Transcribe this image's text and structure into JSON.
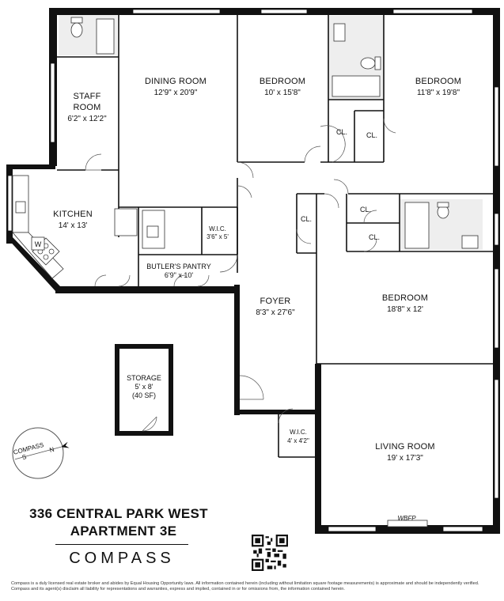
{
  "rooms": {
    "dining": {
      "name": "DINING ROOM",
      "dim": "12'9\" x 20'9\""
    },
    "bedroom1": {
      "name": "BEDROOM",
      "dim": "10' x 15'8\""
    },
    "bedroom2": {
      "name": "BEDROOM",
      "dim": "11'8\" x 19'8\""
    },
    "staff": {
      "name1": "STAFF",
      "name2": "ROOM",
      "dim": "6'2\" x 12'2\""
    },
    "kitchen": {
      "name": "KITCHEN",
      "dim": "14' x 13'"
    },
    "wic1": {
      "name": "W.I.C.",
      "dim": "3'6\" x 5'"
    },
    "pantry": {
      "name": "BUTLER'S PANTRY",
      "dim": "6'9\" x 10'"
    },
    "foyer": {
      "name": "FOYER",
      "dim": "8'3\" x 27'6\""
    },
    "bedroom3": {
      "name": "BEDROOM",
      "dim": "18'8\" x 12'"
    },
    "storage": {
      "name": "STORAGE",
      "dim": "5' x 8'",
      "area": "(40 SF)"
    },
    "wic2": {
      "name": "W.I.C.",
      "dim": "4' x 4'2\""
    },
    "living": {
      "name": "LIVING ROOM",
      "dim": "19' x 17'3\""
    }
  },
  "closet_label": "CL.",
  "washer_label": "W",
  "fireplace_label": "WBFP",
  "compass_label": "COMPASS",
  "compass_letters": {
    "n": "N",
    "s": "S"
  },
  "address_line1": "336 CENTRAL PARK WEST",
  "address_line2": "APARTMENT 3E",
  "brand": "COMPASS",
  "legal": "Compass is a duly licensed real estate broker and abides by Equal Housing Opportunity laws. All information contained herein (including without limitation square footage measurements) is approximate and should be independently verified. Compass and its agent(s) disclaim all liability for representations and warranties, express and implied, contained in or for omissions from, the information contained herein."
}
